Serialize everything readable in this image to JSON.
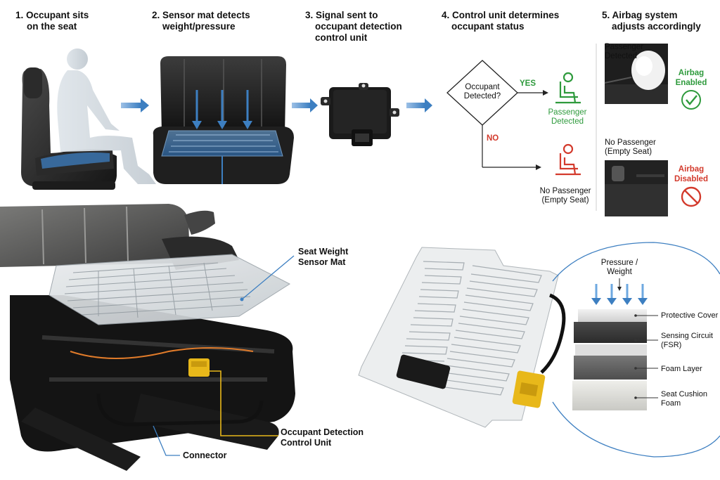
{
  "steps": [
    {
      "num": "1.",
      "line1": "Occupant sits",
      "line2": "on the seat"
    },
    {
      "num": "2.",
      "line1": "Sensor mat detects",
      "line2": "weight/pressure"
    },
    {
      "num": "3.",
      "line1": "Signal sent to",
      "line2": "occupant detection",
      "line3": "control unit"
    },
    {
      "num": "4.",
      "line1": "Control unit determines",
      "line2": "occupant status"
    },
    {
      "num": "5.",
      "line1": "Airbag system",
      "line2": "adjusts accordingly"
    }
  ],
  "flow": {
    "decision_line1": "Occupant",
    "decision_line2": "Detected?",
    "yes": "YES",
    "no": "NO",
    "passenger_line1": "Passenger",
    "passenger_line2": "Detected",
    "nopass_line1": "No Passenger",
    "nopass_line2": "(Empty Seat)"
  },
  "airbag": {
    "top_label_line1": "Passenger",
    "top_label_line2": "Detected",
    "enabled_line1": "Airbag",
    "enabled_line2": "Enabled",
    "bottom_label_line1": "No Passenger",
    "bottom_label_line2": "(Empty Seat)",
    "disabled_line1": "Airbag",
    "disabled_line2": "Disabled"
  },
  "callouts": {
    "mat_line1": "Seat Weight",
    "mat_line2": "Sensor Mat",
    "odcu_line1": "Occupant Detection",
    "odcu_line2": "Control Unit",
    "connector": "Connector"
  },
  "layers": {
    "pressure_line1": "Pressure /",
    "pressure_line2": "Weight",
    "items": [
      {
        "line1": "Protective Cover",
        "line2": ""
      },
      {
        "line1": "Sensing Circuit",
        "line2": "(FSR)"
      },
      {
        "line1": "Foam Layer",
        "line2": ""
      },
      {
        "line1": "Seat Cushion",
        "line2": "Foam"
      }
    ]
  },
  "colors": {
    "accent_blue": "#3d7fc1",
    "green": "#2e9a3c",
    "red": "#d33a2c",
    "connector_yellow": "#e8b81a"
  }
}
